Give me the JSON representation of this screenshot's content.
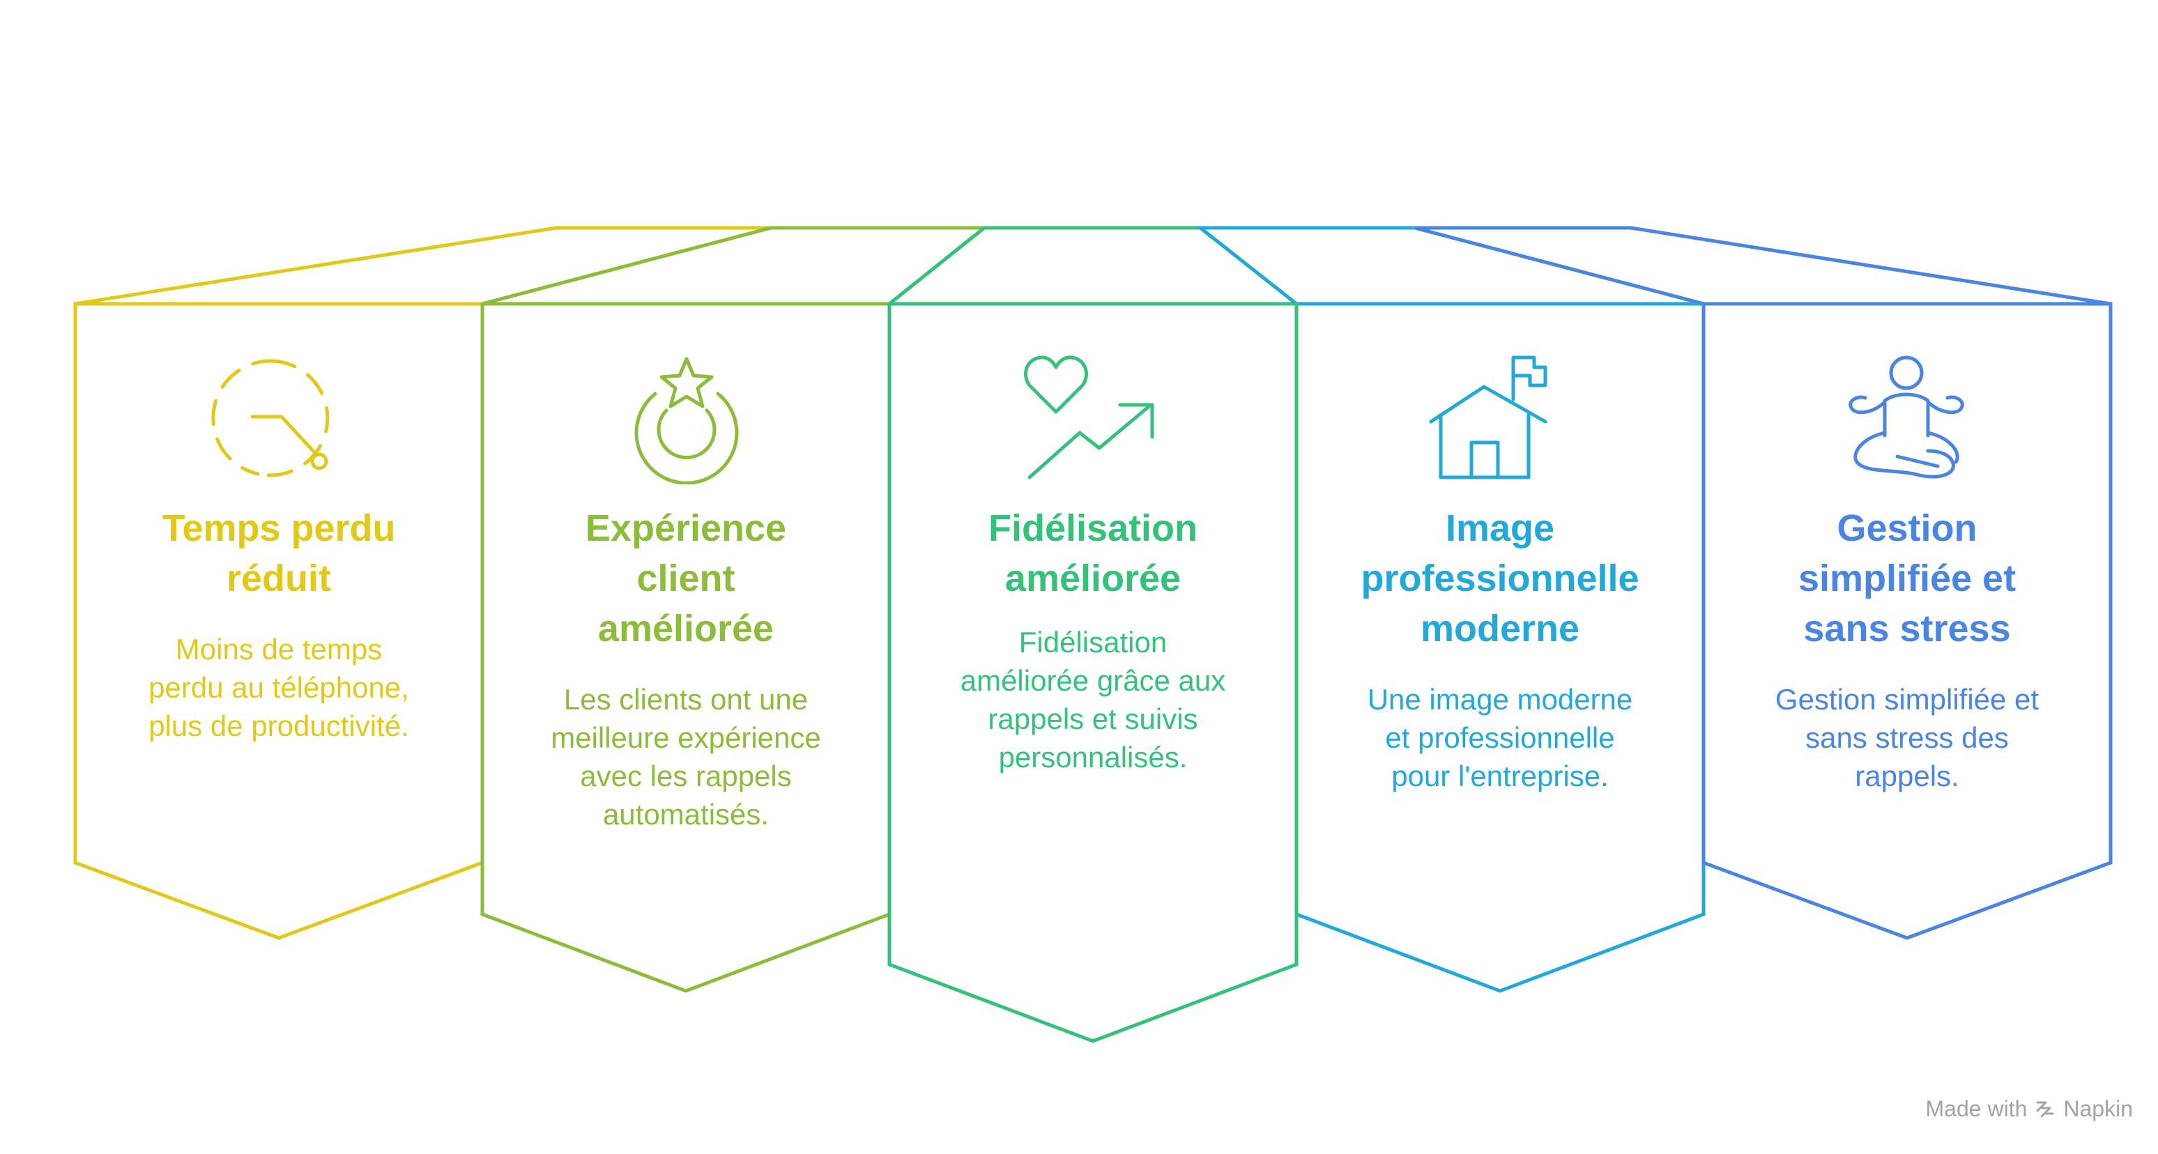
{
  "panels": [
    {
      "title": "Temps perdu réduit",
      "title_lines": [
        "Temps perdu",
        "réduit"
      ],
      "description": "Moins de temps perdu au téléphone, plus de productivité.",
      "desc_lines": [
        "Moins de temps",
        "perdu au téléphone,",
        "plus de productivité."
      ],
      "icon": "clock-reduced-time-icon",
      "color": "#E2C918"
    },
    {
      "title": "Expérience client améliorée",
      "title_lines": [
        "Expérience",
        "client",
        "améliorée"
      ],
      "description": "Les clients ont une meilleure expérience avec les rappels automatisés.",
      "desc_lines": [
        "Les clients ont une",
        "meilleure expérience",
        "avec les rappels",
        "automatisés."
      ],
      "icon": "star-badge-icon",
      "color": "#8DBB3A"
    },
    {
      "title": "Fidélisation améliorée",
      "title_lines": [
        "Fidélisation",
        "améliorée"
      ],
      "description": "Fidélisation améliorée grâce aux rappels et suivis personnalisés.",
      "desc_lines": [
        "Fidélisation",
        "améliorée grâce aux",
        "rappels et suivis",
        "personnalisés."
      ],
      "icon": "heart-trend-up-icon",
      "color": "#34C27A"
    },
    {
      "title": "Image professionnelle moderne",
      "title_lines": [
        "Image",
        "professionnelle",
        "moderne"
      ],
      "description": "Une image moderne et professionnelle pour l'entreprise.",
      "desc_lines": [
        "Une image moderne",
        "et professionnelle",
        "pour l'entreprise."
      ],
      "icon": "house-flag-icon",
      "color": "#22A9D9"
    },
    {
      "title": "Gestion simplifiée et sans stress",
      "title_lines": [
        "Gestion",
        "simplifiée et",
        "sans stress"
      ],
      "description": "Gestion simplifiée et sans stress des rappels.",
      "desc_lines": [
        "Gestion simplifiée et",
        "sans stress des",
        "rappels."
      ],
      "icon": "meditation-person-icon",
      "color": "#4A85E2"
    }
  ],
  "footer": {
    "made_with": "Made with",
    "brand": "Napkin",
    "icon": "napkin-logo-icon"
  }
}
